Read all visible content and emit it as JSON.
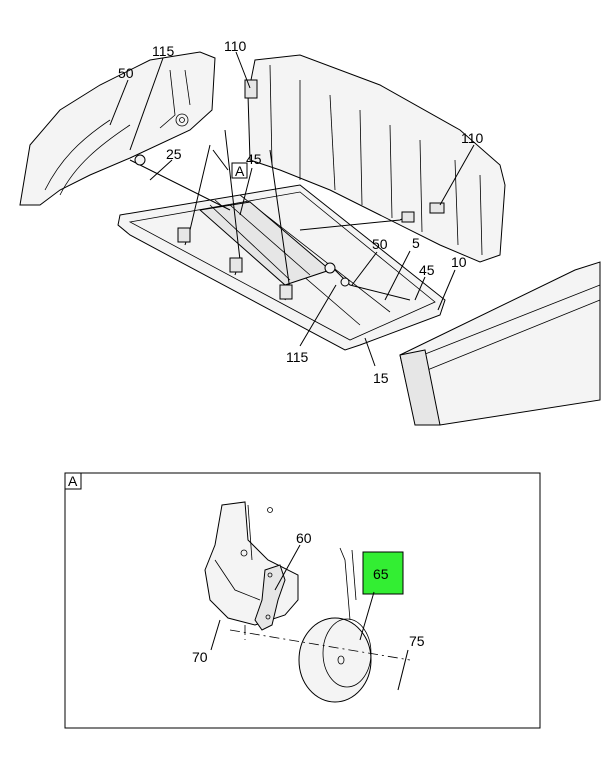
{
  "callouts": {
    "c115a": "115",
    "c110a": "110",
    "c50a": "50",
    "c25": "25",
    "c45a": "45",
    "c110b": "110",
    "c50b": "50",
    "c5": "5",
    "c45b": "45",
    "c10": "10",
    "c115b": "115",
    "c15": "15",
    "c60": "60",
    "c65": "65",
    "c70": "70",
    "c75": "75"
  },
  "view_refs": {
    "main_ref": "A",
    "detail_ref": "A"
  },
  "colors": {
    "highlight": "#33ee33",
    "line": "#000000",
    "part_fill": "#f4f4f4"
  }
}
